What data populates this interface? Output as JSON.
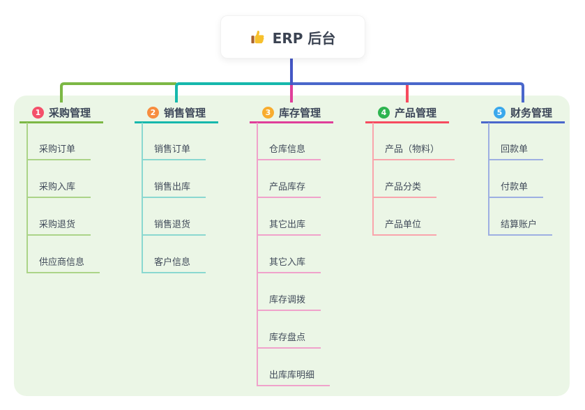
{
  "root_node": {
    "icon": "thumbs-up-icon",
    "title": "ERP 后台"
  },
  "canvas": {
    "background": "#ffffff",
    "panel_background": "#ebf6e6",
    "trunk_color": "#4457c5",
    "header_text_color": "#3d4759",
    "child_text_color": "#414b5a"
  },
  "branches": [
    {
      "badge": "1",
      "label": "采购管理",
      "badge_color": "#f4506a",
      "line_color": "#7cb845",
      "child_line_color": "#abd488",
      "children": [
        "采购订单",
        "采购入库",
        "采购退货",
        "供应商信息"
      ]
    },
    {
      "badge": "2",
      "label": "销售管理",
      "badge_color": "#f78d3f",
      "line_color": "#16b8ac",
      "child_line_color": "#8ad8d0",
      "children": [
        "销售订单",
        "销售出库",
        "销售退货",
        "客户信息"
      ]
    },
    {
      "badge": "3",
      "label": "库存管理",
      "badge_color": "#f8ac2e",
      "line_color": "#df3f9a",
      "child_line_color": "#f0a2cb",
      "children": [
        "仓库信息",
        "产品库存",
        "其它出库",
        "其它入库",
        "库存调拨",
        "库存盘点",
        "出库库明细"
      ]
    },
    {
      "badge": "4",
      "label": "产品管理",
      "badge_color": "#2eb450",
      "line_color": "#f64b5f",
      "child_line_color": "#f9a5ac",
      "children": [
        "产品（物料）",
        "产品分类",
        "产品单位"
      ]
    },
    {
      "badge": "5",
      "label": "财务管理",
      "badge_color": "#3aa8ec",
      "line_color": "#4a67cb",
      "child_line_color": "#9dafe2",
      "children": [
        "回款单",
        "付款单",
        "结算账户"
      ]
    }
  ]
}
